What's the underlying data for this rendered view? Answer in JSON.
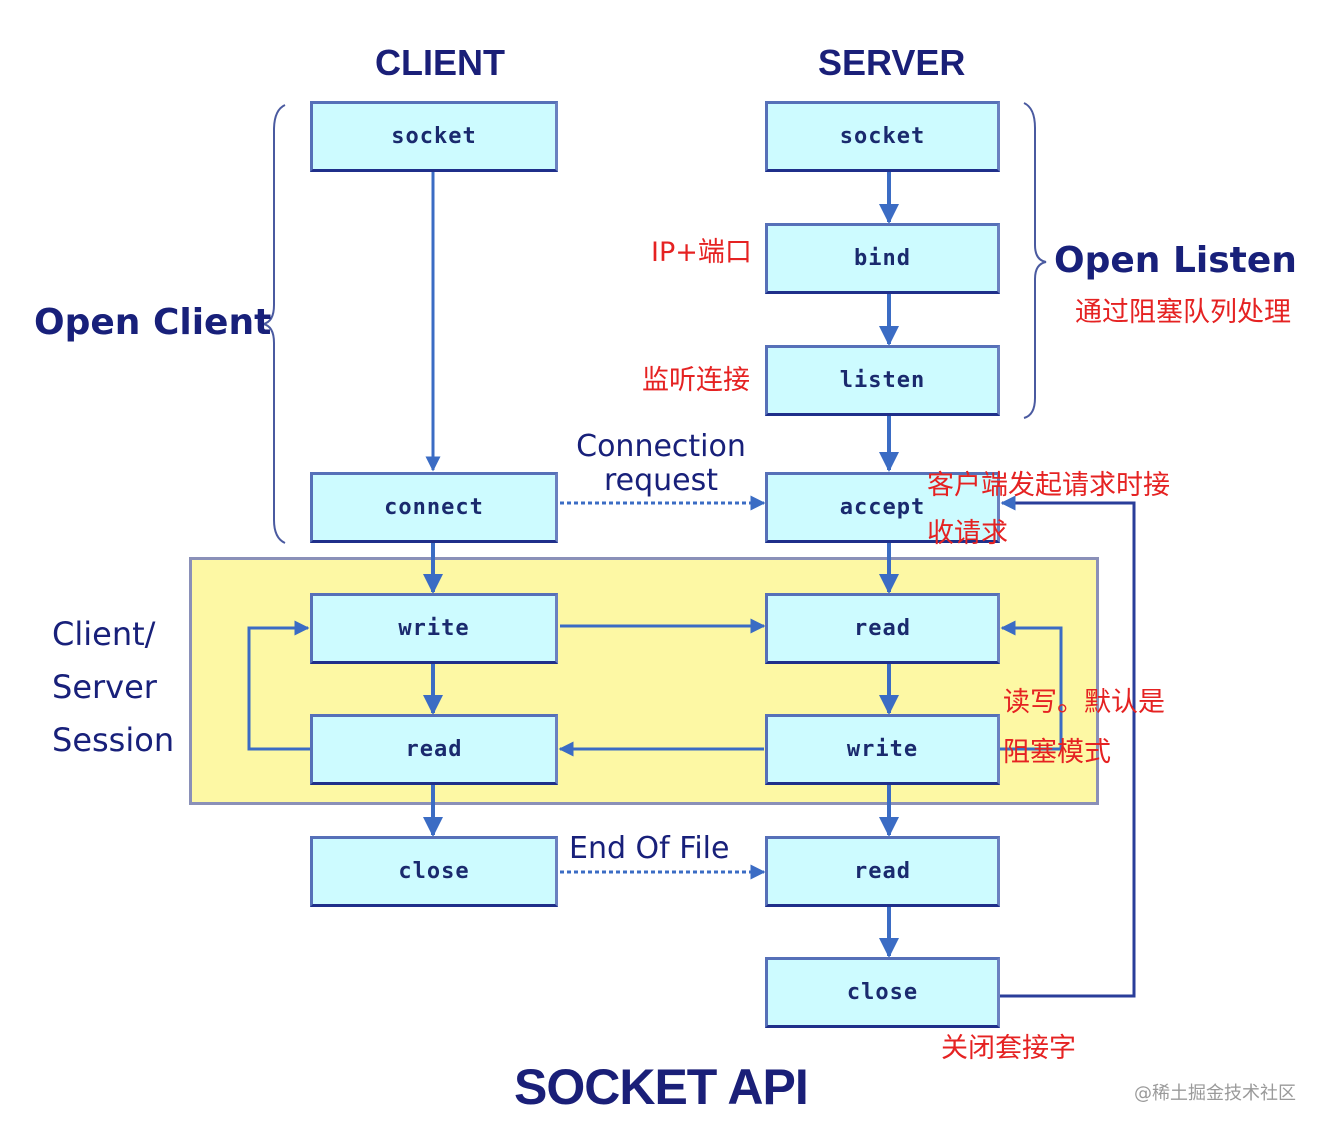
{
  "title": "SOCKET API",
  "columns": {
    "client": "CLIENT",
    "server": "SERVER"
  },
  "groups": {
    "open_client": "Open Client",
    "open_listen": "Open Listen",
    "session": [
      "Client/",
      "Server",
      "Session"
    ]
  },
  "client_nodes": {
    "socket": "socket",
    "connect": "connect",
    "write": "write",
    "read": "read",
    "close": "close"
  },
  "server_nodes": {
    "socket": "socket",
    "bind": "bind",
    "listen": "listen",
    "accept": "accept",
    "read": "read",
    "write": "write",
    "read_eof": "read",
    "close": "close"
  },
  "edge_labels": {
    "connection_request": [
      "Connection",
      "request"
    ],
    "end_of_file": "End Of File"
  },
  "annotations": {
    "bind_note": "IP+端口",
    "listen_note": "监听连接",
    "open_listen_note": "通过阻塞队列处理",
    "accept_note": [
      "客户端发起请求时接",
      "收请求"
    ],
    "session_note": [
      "读写。默认是",
      "阻塞模式"
    ],
    "close_note": "关闭套接字"
  },
  "colors": {
    "box_fill": "#cdfbff",
    "session_fill": "#fdf8a4",
    "arrow": "#3b6cc4",
    "heading": "#1a1f78",
    "annotation": "#e52222"
  },
  "watermark": "@稀土掘金技术社区"
}
